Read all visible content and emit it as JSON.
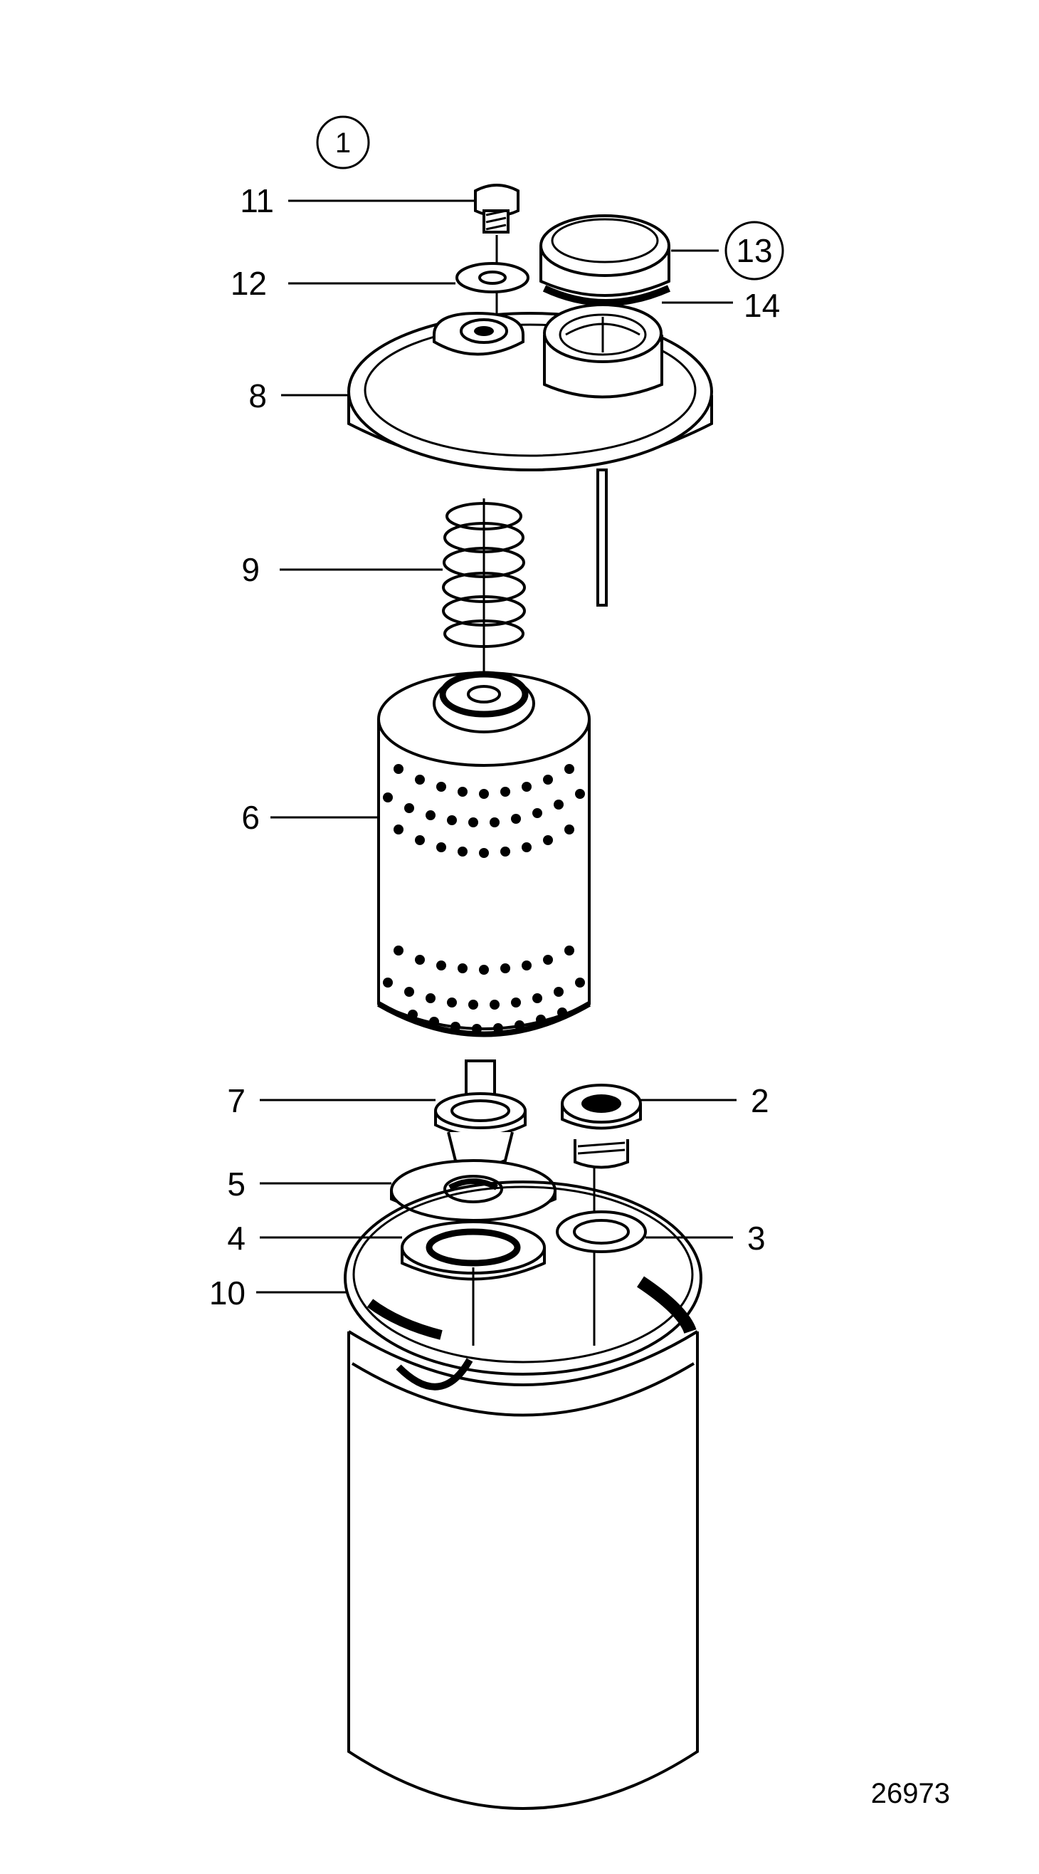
{
  "diagram": {
    "view_number": "1",
    "figure_number": "26973",
    "callouts": [
      {
        "id": "11",
        "text": "11"
      },
      {
        "id": "12",
        "text": "12"
      },
      {
        "id": "13",
        "text": "13"
      },
      {
        "id": "14",
        "text": "14"
      },
      {
        "id": "8",
        "text": "8"
      },
      {
        "id": "9",
        "text": "9"
      },
      {
        "id": "6",
        "text": "6"
      },
      {
        "id": "7",
        "text": "7"
      },
      {
        "id": "2",
        "text": "2"
      },
      {
        "id": "5",
        "text": "5"
      },
      {
        "id": "4",
        "text": "4"
      },
      {
        "id": "3",
        "text": "3"
      },
      {
        "id": "10",
        "text": "10"
      }
    ]
  }
}
